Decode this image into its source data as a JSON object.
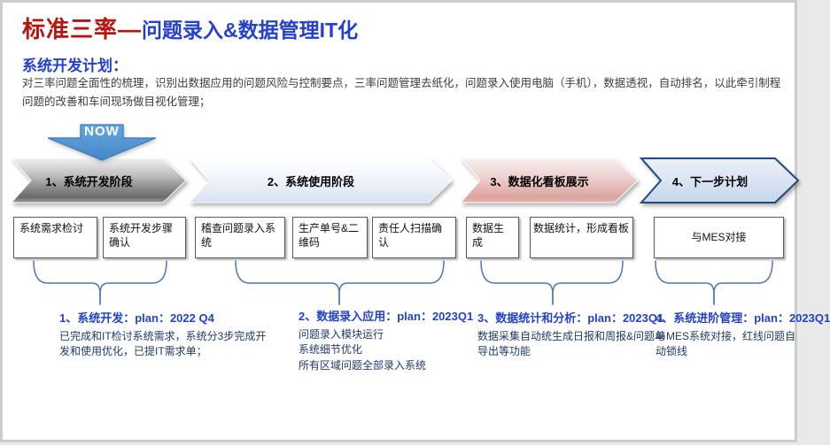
{
  "title": {
    "prefix_red": "标准三率—",
    "suffix_blue": "问题录入&数据管理IT化"
  },
  "intro": {
    "heading": "系统开发计划：",
    "body": "对三率问题全面性的梳理，识别出数据应用的问题风险与控制要点，三率问题管理去纸化，问题录入使用电脑（手机），数据透视，自动排名，以此牵引制程问题的改善和车间现场做目视化管理；"
  },
  "now_label": "NOW",
  "phases": [
    {
      "label": "1、系统开发阶段",
      "color_style": "gray-gradient"
    },
    {
      "label": "2、系统使用阶段",
      "color_style": "light-blue-gradient"
    },
    {
      "label": "3、数据化看板展示",
      "color_style": "pink-gradient"
    },
    {
      "label": "4、下一步计划",
      "color_style": "blue-outline"
    }
  ],
  "boxes": [
    "系统需求检讨",
    "系统开发步骤确认",
    "稽查问题录入系统",
    "生产单号&二维码",
    "责任人扫描确认",
    "数据生成",
    "数据统计，形成看板",
    "与MES对接"
  ],
  "annotations": [
    {
      "heading": "1、系统开发：plan：2022 Q4",
      "lines": [
        "已完成和IT检讨系统需求，系统分3步完成开发和使用优化，已提IT需求单；"
      ]
    },
    {
      "heading": "2、数据录入应用：plan：2023Q1",
      "lines": [
        "问题录入模块运行",
        "系统细节优化",
        "所有区域问题全部录入系统"
      ]
    },
    {
      "heading": "3、数据统计和分析：plan：2023Q1",
      "lines": [
        "数据采集自动统生成日报和周报&问题单",
        "导出等功能"
      ]
    },
    {
      "heading": "4、系统进阶管理：plan：2023Q1",
      "lines": [
        "与MES系统对接，红线问题自动锁线"
      ]
    }
  ],
  "colors": {
    "title_red": "#b5140f",
    "title_blue": "#2440cc",
    "section_heading_blue": "#2440cc",
    "annotation_heading_blue": "#2342cb",
    "annotation_body_navy": "#1f3a68",
    "bracket_blue": "#4f74c2",
    "now_arrow_blue": "#4b92d8",
    "phase1_gray": "#8c8c8c",
    "phase2_light_blue": "#dce6f2",
    "phase3_pink": "#dba39f",
    "phase4_border_blue": "#1f497d"
  }
}
